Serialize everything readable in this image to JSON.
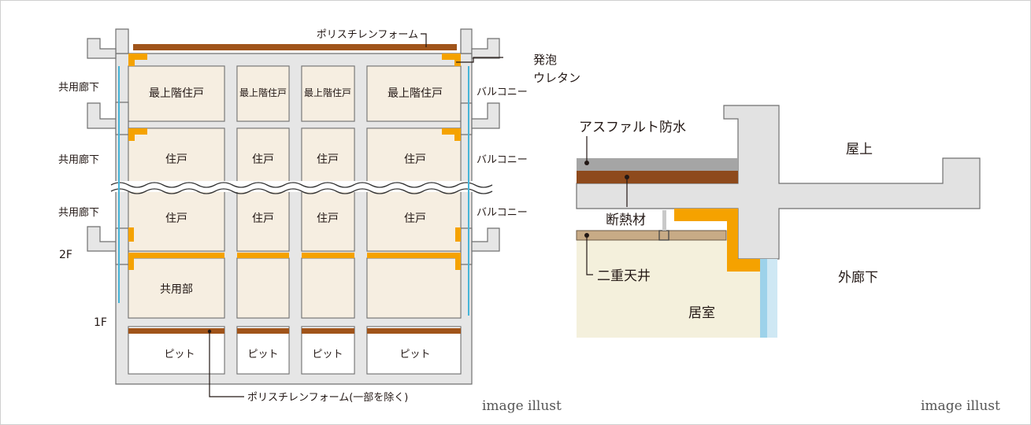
{
  "left": {
    "top_label": "ポリスチレンフォーム",
    "urethane_label_1": "発泡",
    "urethane_label_2": "ウレタン",
    "corridor_labels": [
      "共用廊下",
      "共用廊下",
      "共用廊下"
    ],
    "balcony_labels": [
      "バルコニー",
      "バルコニー",
      "バルコニー"
    ],
    "floor_labels": [
      "2F",
      "1F"
    ],
    "rows": [
      [
        "最上階住戸",
        "最上階住戸",
        "最上階住戸",
        "最上階住戸"
      ],
      [
        "住戸",
        "住戸",
        "住戸",
        "住戸"
      ],
      [
        "住戸",
        "住戸",
        "住戸",
        "住戸"
      ],
      [
        "共用部",
        "",
        "",
        ""
      ],
      [
        "ピット",
        "ピット",
        "ピット",
        "ピット"
      ]
    ],
    "bottom_label": "ポリスチレンフォーム(一部を除く)",
    "watermark": "image illust"
  },
  "right": {
    "waterproof_label": "アスファルト防水",
    "insulation_label": "断熱材",
    "ceiling_label": "二重天井",
    "roof_label": "屋上",
    "room_label": "居室",
    "corridor_label": "外廊下",
    "watermark": "image illust"
  },
  "colors": {
    "concrete": "#e6e6e6",
    "concrete_stroke": "#707070",
    "room_fill": "#f6eee1",
    "polystyrene": "#a0541a",
    "urethane": "#f5a200",
    "glass": "#46b4d8",
    "waterproof": "#a5a5a5"
  }
}
